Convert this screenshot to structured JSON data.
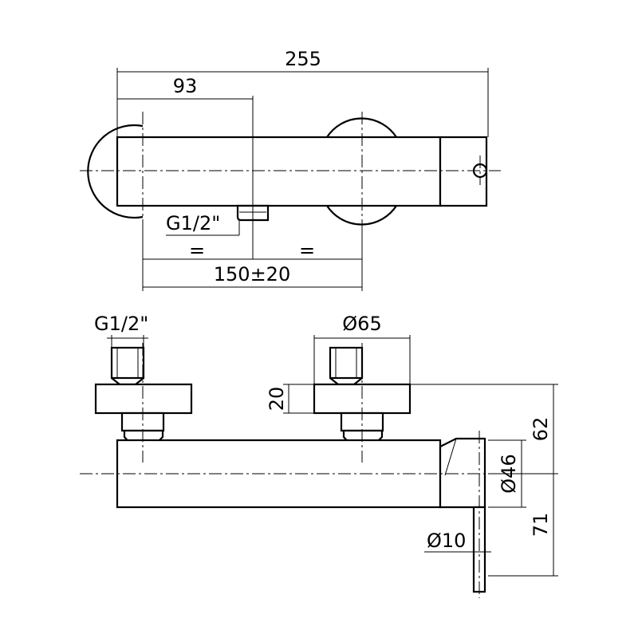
{
  "dimensions": {
    "overall_length": "255",
    "offset_to_outlet": "93",
    "outlet_thread_top": "G1/2\"",
    "equal_left": "=",
    "equal_right": "=",
    "inlet_spacing": "150±20",
    "inlet_thread_front": "G1/2\"",
    "escutcheon_diameter": "Ø65",
    "escutcheon_depth": "20",
    "wall_to_body_axis": "62",
    "body_diameter": "Ø46",
    "lever_diameter": "Ø10",
    "lever_length": "71"
  }
}
